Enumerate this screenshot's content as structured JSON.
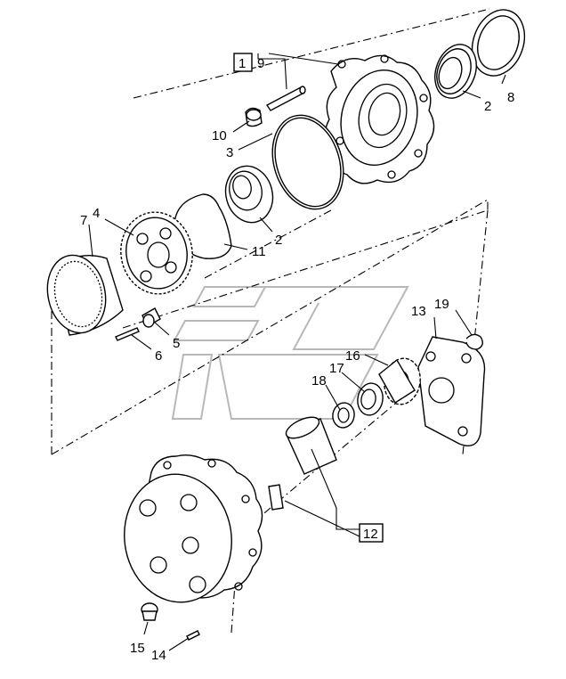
{
  "callouts": {
    "c1": "1",
    "c2a": "2",
    "c2b": "2",
    "c3": "3",
    "c4": "4",
    "c5": "5",
    "c6": "6",
    "c7": "7",
    "c8": "8",
    "c9": "9",
    "c10": "10",
    "c11": "11",
    "c12": "12",
    "c13": "13",
    "c14": "14",
    "c15": "15",
    "c16": "16",
    "c17": "17",
    "c18": "18",
    "c19": "19"
  }
}
